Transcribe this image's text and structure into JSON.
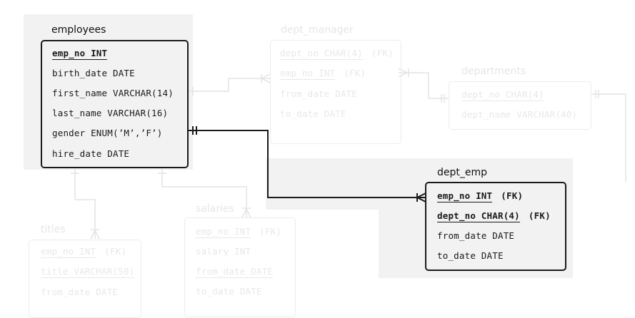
{
  "diagram": {
    "type": "entity-relationship",
    "focused_entities": [
      "employees",
      "dept_emp"
    ],
    "entities": {
      "employees": {
        "title": "employees",
        "fields": [
          {
            "name": "emp_no INT",
            "key": "pk"
          },
          {
            "name": "birth_date DATE"
          },
          {
            "name": "first_name VARCHAR(14)"
          },
          {
            "name": "last_name VARCHAR(16)"
          },
          {
            "name": "gender ENUM(’M’,’F’)"
          },
          {
            "name": "hire_date DATE"
          }
        ]
      },
      "dept_manager": {
        "title": "dept_manager",
        "fields": [
          {
            "name": "dept_no CHAR(4)",
            "key": "pk",
            "fk": "(FK)"
          },
          {
            "name": "emp_no INT",
            "key": "pk",
            "fk": "(FK)"
          },
          {
            "name": "from_date DATE"
          },
          {
            "name": "to_date DATE"
          }
        ]
      },
      "departments": {
        "title": "departments",
        "fields": [
          {
            "name": "dept_no CHAR(4)",
            "key": "pk"
          },
          {
            "name": "dept_name VARCHAR(40)"
          }
        ]
      },
      "dept_emp": {
        "title": "dept_emp",
        "fields": [
          {
            "name": "emp_no INT",
            "key": "pk",
            "fk": "(FK)"
          },
          {
            "name": "dept_no CHAR(4)",
            "key": "pk",
            "fk": "(FK)"
          },
          {
            "name": "from_date DATE"
          },
          {
            "name": "to_date DATE"
          }
        ]
      },
      "titles": {
        "title": "titles",
        "fields": [
          {
            "name": "emp_no INT",
            "key": "pk",
            "fk": "(FK)"
          },
          {
            "name": "title VARCHAR(50)",
            "key": "pk"
          },
          {
            "name": "from_date DATE"
          }
        ]
      },
      "salaries": {
        "title": "salaries",
        "fields": [
          {
            "name": "emp_no INT",
            "key": "pk",
            "fk": "(FK)"
          },
          {
            "name": "salary INT"
          },
          {
            "name": "from_date DATE",
            "key": "pk"
          },
          {
            "name": "to_date DATE"
          }
        ]
      }
    },
    "relationships": [
      {
        "from": "employees",
        "to": "dept_emp",
        "from_cardinality": "one-and-only-one",
        "to_cardinality": "one-or-many",
        "highlighted": true
      },
      {
        "from": "employees",
        "to": "dept_manager",
        "from_cardinality": "one",
        "to_cardinality": "one-or-many",
        "highlighted": false
      },
      {
        "from": "departments",
        "to": "dept_manager",
        "from_cardinality": "one-and-only-one",
        "to_cardinality": "one-or-many",
        "highlighted": false
      },
      {
        "from": "departments",
        "to": "dept_emp",
        "from_cardinality": "one-and-only-one",
        "to_cardinality": "one-or-many",
        "highlighted": false
      },
      {
        "from": "employees",
        "to": "titles",
        "from_cardinality": "one",
        "to_cardinality": "one-or-many",
        "highlighted": false
      },
      {
        "from": "employees",
        "to": "salaries",
        "from_cardinality": "one",
        "to_cardinality": "one-or-many",
        "highlighted": false
      }
    ]
  }
}
